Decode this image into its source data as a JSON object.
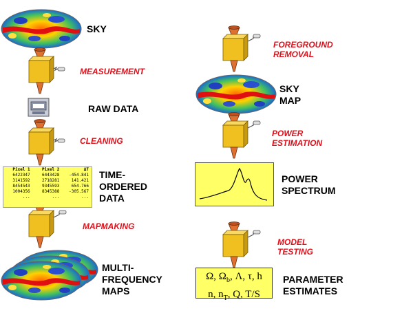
{
  "left_column": {
    "sky_label": "SKY",
    "measurement_label": "MEASUREMENT",
    "raw_data_label": "RAW DATA",
    "cleaning_label": "CLEANING",
    "tod_label": "TIME-\nORDERED\nDATA",
    "tod_table": {
      "headers": [
        "Pixel 1",
        "Pixel 2",
        "ΔT"
      ],
      "rows": [
        [
          "6422347",
          "6443428",
          "-454.841"
        ],
        [
          "3141592",
          "2718281",
          "141.421"
        ],
        [
          "8454543",
          "9345593",
          "654.766"
        ],
        [
          "1004356",
          "8345388",
          "-305.567"
        ],
        [
          "...",
          "...",
          "..."
        ]
      ]
    },
    "mapmaking_label": "MAPMAKING",
    "maps_label": "MULTI-\nFREQUENCY\nMAPS"
  },
  "right_column": {
    "foreground_label": "FOREGROUND\nREMOVAL",
    "sky_map_label": "SKY\nMAP",
    "power_estimation_label": "POWER\nESTIMATION",
    "power_spectrum_label": "POWER\nSPECTRUM",
    "model_testing_label": "MODEL\nTESTING",
    "params_line1": "Ω, Ω",
    "params_sub_b": "b",
    "params_line1_rest": ", Λ, τ, h",
    "params_line2_a": "n, n",
    "params_sub_T": "T",
    "params_line2_rest": ", Q, T/S",
    "parameter_estimates_label": "PARAMETER\nESTIMATES"
  },
  "colors": {
    "step_red": "#e0101a",
    "box_yellow": "#ffff66",
    "machine_gold": "#f0c020",
    "funnel_orange": "#e07030"
  }
}
